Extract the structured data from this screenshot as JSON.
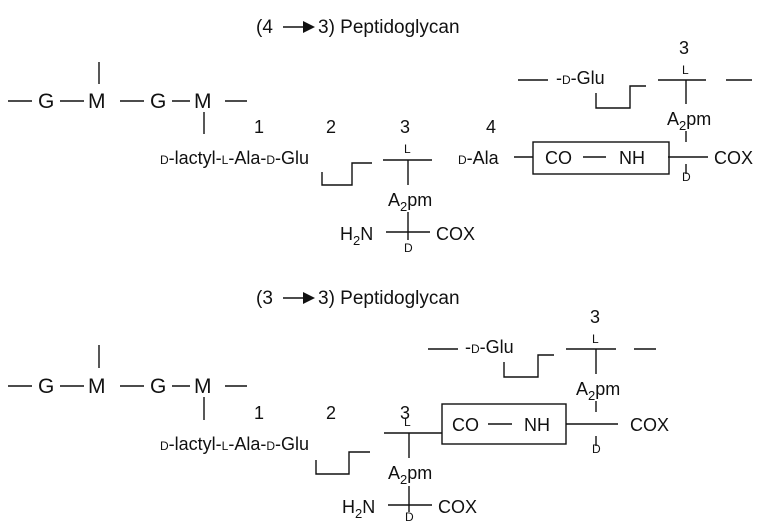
{
  "panels": {
    "top": {
      "title_prefix": "(4",
      "title_suffix": "3) Peptidoglycan",
      "glycan": [
        "G",
        "M",
        "G",
        "M"
      ],
      "stem": {
        "d1": "D",
        "lactyl": "-lactyl-",
        "l": "L",
        "ala": "-Ala-",
        "d2": "D",
        "glu": "-Glu"
      },
      "positions": [
        "1",
        "2",
        "3",
        "4"
      ],
      "a2pm": {
        "a": "A",
        "sub": "2",
        "pm": "pm",
        "l": "L",
        "d": "D",
        "h2n_h": "H",
        "h2n_sub": "2",
        "h2n_n": "N",
        "cox": "COX"
      },
      "dala": {
        "d": "D",
        "ala": "-Ala"
      },
      "bond": {
        "co": "CO",
        "nh": "NH"
      },
      "partner": {
        "pre": "-",
        "d": "D",
        "glu": "-Glu",
        "pos": "3",
        "l": "L",
        "a": "A",
        "sub": "2",
        "pm": "pm",
        "d2": "D",
        "cox": "COX"
      }
    },
    "bottom": {
      "title_prefix": "(3",
      "title_suffix": "3) Peptidoglycan",
      "glycan": [
        "G",
        "M",
        "G",
        "M"
      ],
      "stem": {
        "d1": "D",
        "lactyl": "-lactyl-",
        "l": "L",
        "ala": "-Ala-",
        "d2": "D",
        "glu": "-Glu"
      },
      "positions": [
        "1",
        "2",
        "3"
      ],
      "a2pm": {
        "a": "A",
        "sub": "2",
        "pm": "pm",
        "l": "L",
        "d": "D",
        "h2n_h": "H",
        "h2n_sub": "2",
        "h2n_n": "N",
        "cox": "COX"
      },
      "bond": {
        "co": "CO",
        "nh": "NH"
      },
      "partner": {
        "pre": "-",
        "d": "D",
        "glu": "-Glu",
        "pos": "3",
        "l": "L",
        "a": "A",
        "sub": "2",
        "pm": "pm",
        "d2": "D",
        "cox": "COX"
      }
    }
  }
}
